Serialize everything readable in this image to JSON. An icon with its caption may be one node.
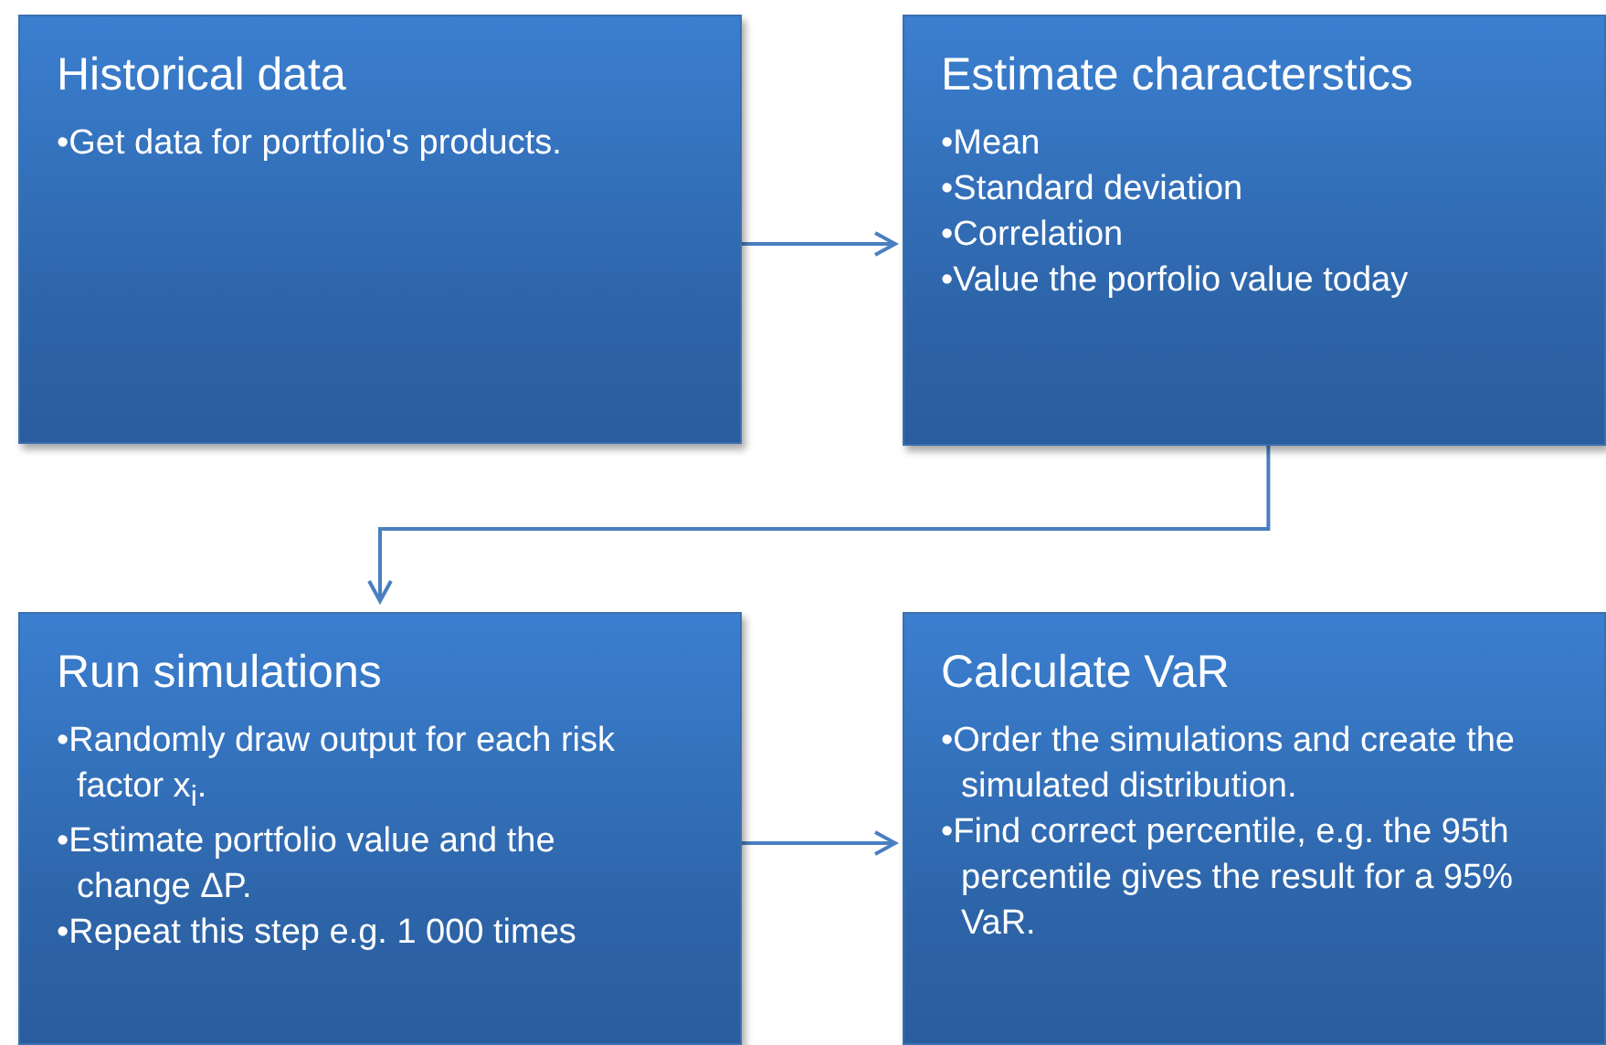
{
  "diagram": {
    "nodes": [
      {
        "text": [
          "Historical data",
          "•Get data for portfolio's products."
        ]
      },
      {
        "text": [
          "Estimate characterstics",
          "•Mean",
          "•Standard deviation",
          "•Correlation",
          "•Value the porfolio value today"
        ]
      },
      {
        "text": [
          "Run simulations",
          "•Randomly draw output for each risk factor x$_{i}$.",
          "•Estimate portfolio value and the change ΔP.",
          "•Repeat this step e.g. 1 000 times"
        ]
      },
      {
        "text": [
          "Calculate VaR",
          "•Order the simulations and create the simulated distribution.",
          "•Find correct percentile, e.g. the 95th percentile gives the result for a 95% VaR."
        ]
      }
    ],
    "edges": [
      {
        "from": 0,
        "to": 1,
        "arrow": "to"
      },
      {
        "from": 1,
        "to": 2,
        "arrow": "to"
      },
      {
        "from": 2,
        "to": 3,
        "arrow": "to"
      }
    ]
  }
}
